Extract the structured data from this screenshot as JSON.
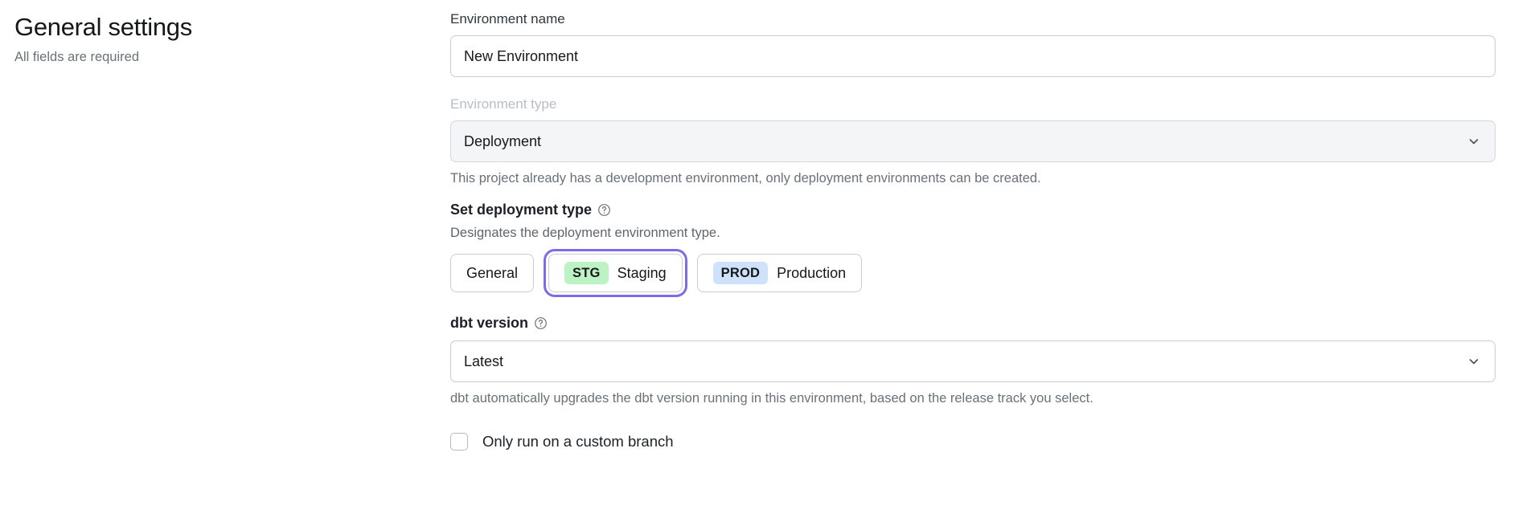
{
  "header": {
    "title": "General settings",
    "subtitle": "All fields are required"
  },
  "form": {
    "environment_name": {
      "label": "Environment name",
      "value": "New Environment",
      "placeholder": "Environment name"
    },
    "environment_type": {
      "label": "Environment type",
      "value": "Deployment",
      "help_text": "This project already has a development environment, only deployment environments can be created.",
      "chevron_icon": "chevron-down-icon",
      "disabled": true
    },
    "deployment_type": {
      "heading": "Set deployment type",
      "help_icon": "question-circle-icon",
      "description": "Designates the deployment environment type.",
      "options": [
        {
          "label": "General",
          "badge": "",
          "badge_style": "",
          "selected": false
        },
        {
          "label": "Staging",
          "badge": "STG",
          "badge_style": "stg",
          "selected": true
        },
        {
          "label": "Production",
          "badge": "PROD",
          "badge_style": "prod",
          "selected": false
        }
      ]
    },
    "dbt_version": {
      "label": "dbt version",
      "help_icon": "question-circle-icon",
      "value": "Latest",
      "chevron_icon": "chevron-down-icon",
      "help_text": "dbt automatically upgrades the dbt version running in this environment, based on the release track you select."
    },
    "custom_branch": {
      "label": "Only run on a custom branch",
      "checked": false
    }
  },
  "colors": {
    "focus_ring": "#7f6ae8",
    "badge_staging": "#bdf3c4",
    "badge_production": "#cfe2fb",
    "text_primary": "#16181a",
    "text_muted": "#6b7177"
  }
}
